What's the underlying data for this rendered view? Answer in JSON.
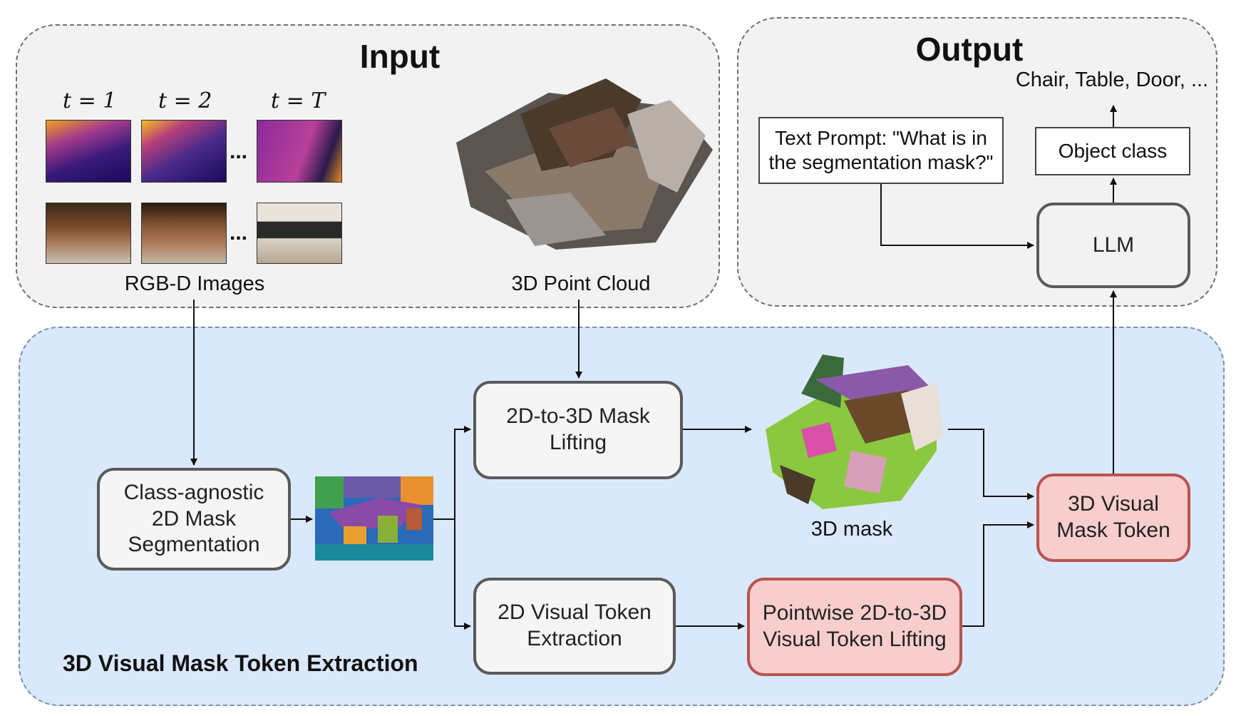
{
  "input": {
    "title": "Input",
    "time_labels": [
      "t = 1",
      "t = 2",
      "t = T"
    ],
    "ellipsis": "...",
    "rgbd_label": "RGB-D Images",
    "pointcloud_label": "3D Point Cloud"
  },
  "output": {
    "title": "Output",
    "classes_text": "Chair, Table, Door, ...",
    "prompt": "Text Prompt: \"What is in the segmentation mask?\"",
    "object_class": "Object class",
    "llm": "LLM"
  },
  "extraction": {
    "title": "3D Visual Mask Token Extraction",
    "segmentation": "Class-agnostic 2D Mask Segmentation",
    "lifting": "2D-to-3D Mask Lifting",
    "mask_label": "3D mask",
    "visual_token": "2D Visual Token Extraction",
    "pointwise": "Pointwise 2D-to-3D Visual Token Lifting",
    "mask_token": "3D Visual Mask Token"
  },
  "colors": {
    "input_bg": "#f2f2f2",
    "extraction_bg": "#dae8fc",
    "token_fill": "#f8cecc",
    "token_border": "#b85450",
    "node_border": "#5a5a5a"
  }
}
